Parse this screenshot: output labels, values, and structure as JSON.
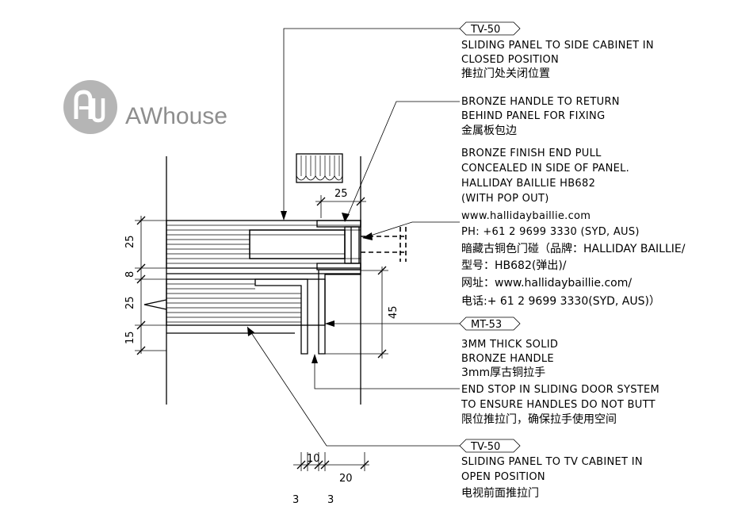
{
  "logo": {
    "brand": "AWhouse",
    "mark": "Aw"
  },
  "tags": {
    "top": "TV-50",
    "middle": "MT-53",
    "bottom": "TV-50"
  },
  "notes": {
    "n1": [
      "SLIDING PANEL TO SIDE CABINET IN",
      "CLOSED POSITION",
      "推拉门处关闭位置"
    ],
    "n2": [
      "BRONZE HANDLE TO RETURN",
      "BEHIND PANEL FOR FIXING",
      "金属板包边"
    ],
    "n3": [
      "BRONZE FINISH END PULL",
      "CONCEALED IN SIDE OF PANEL.",
      "HALLIDAY BAILLIE HB682",
      "(WITH POP OUT)",
      "www.hallidaybaillie.com",
      "PH: +61 2 9699 3330 (SYD, AUS)",
      "暗藏古铜色门碰（品牌：HALLIDAY BAILLIE/",
      "型号：HB682(弹出)/",
      "网址：www.hallidaybaillie.com/",
      "电话:+ 61 2 9699 3330(SYD, AUS)）"
    ],
    "n4": [
      "3MM THICK SOLID",
      "BRONZE HANDLE",
      "3mm厚古铜拉手"
    ],
    "n5": [
      "END STOP IN SLIDING DOOR SYSTEM",
      "TO ENSURE HANDLES DO NOT BUTT",
      "限位推拉门，确保拉手使用空间"
    ],
    "n6": [
      "SLIDING PANEL TO TV CABINET IN",
      "OPEN POSITION",
      "电视前面推拉门"
    ]
  },
  "dims": {
    "left": [
      "25",
      "8",
      "25",
      "15"
    ],
    "top": "25",
    "right": "45",
    "bottom": [
      "10",
      "20",
      "3",
      "3"
    ]
  }
}
